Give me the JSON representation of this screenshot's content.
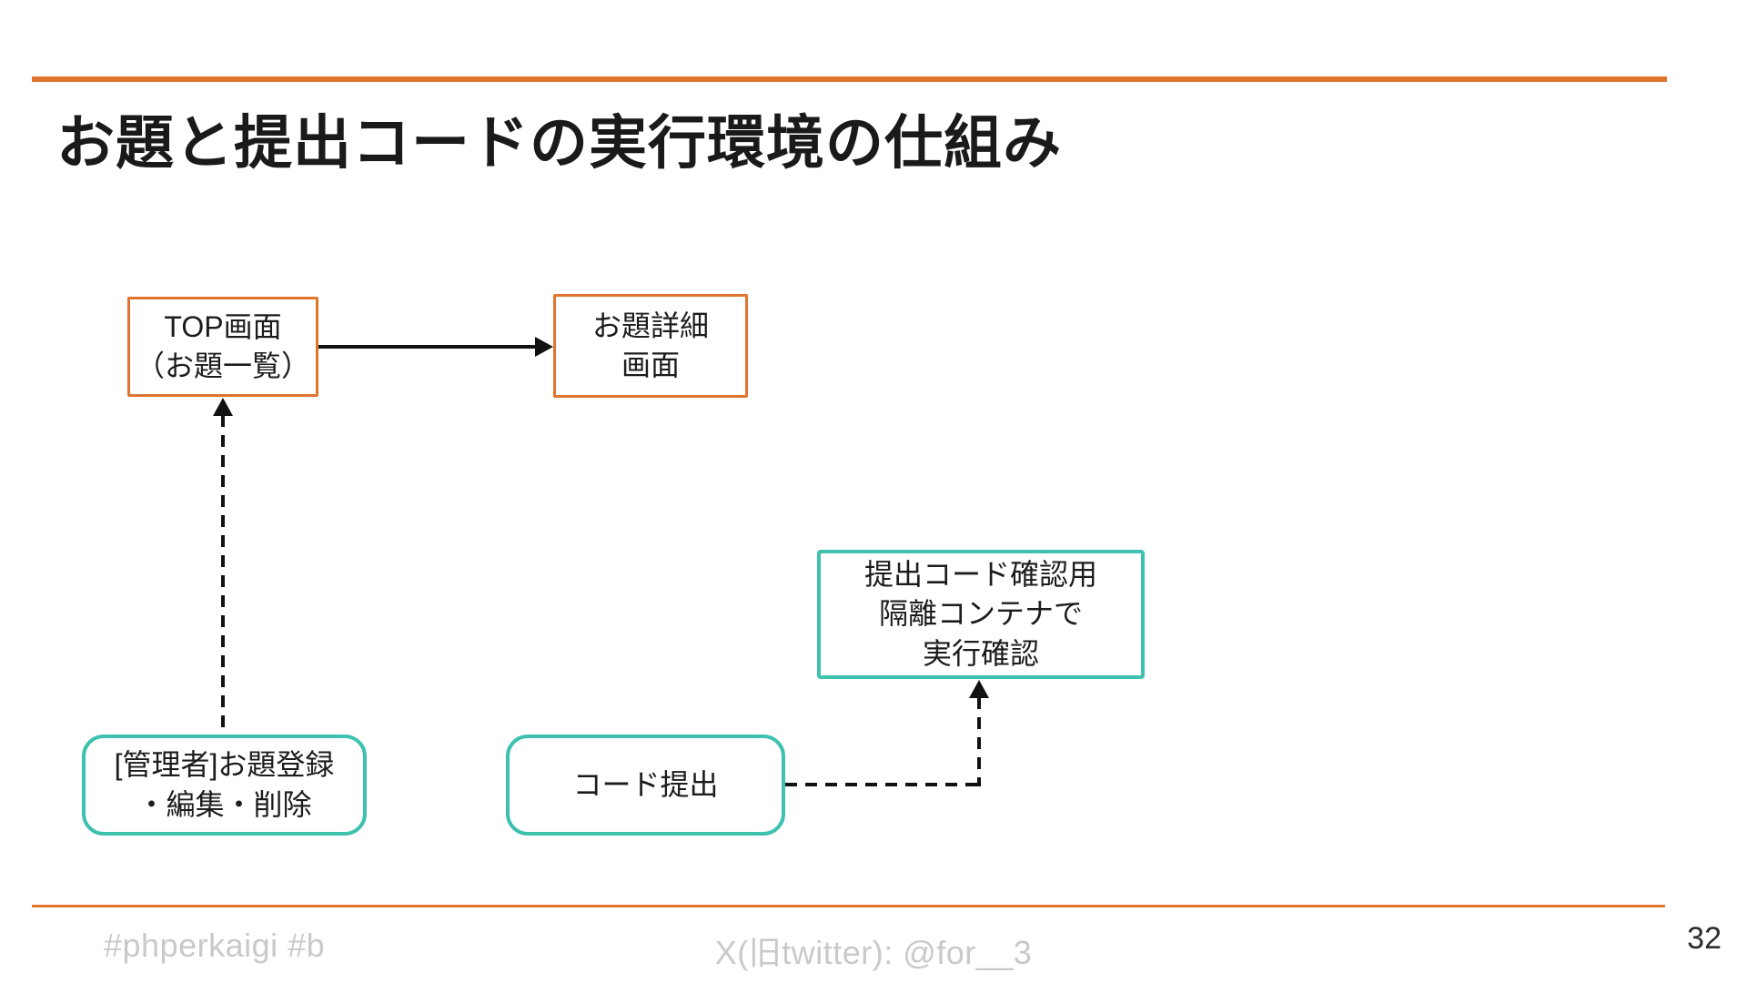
{
  "slide": {
    "title": "お題と提出コードの実行環境の仕組み",
    "page_number": "32"
  },
  "footer": {
    "left": "#phperkaigi #b",
    "center": "X(旧twitter): @for__3"
  },
  "colors": {
    "accent_orange": "#e0752f",
    "accent_teal": "#3ec1af",
    "footer_gray": "#c9c9c9",
    "text_black": "#1a1a1a"
  },
  "diagram": {
    "top_screen": {
      "lines": [
        "TOP画面",
        "（お題一覧）"
      ]
    },
    "detail_screen": {
      "lines": [
        "お題詳細",
        "画面"
      ]
    },
    "container_check": {
      "lines": [
        "提出コード確認用",
        "隔離コンテナで",
        "実行確認"
      ]
    },
    "admin_register": {
      "lines": [
        "[管理者]お題登録",
        "・編集・削除"
      ]
    },
    "code_submit": {
      "lines": [
        "コード提出"
      ]
    }
  }
}
